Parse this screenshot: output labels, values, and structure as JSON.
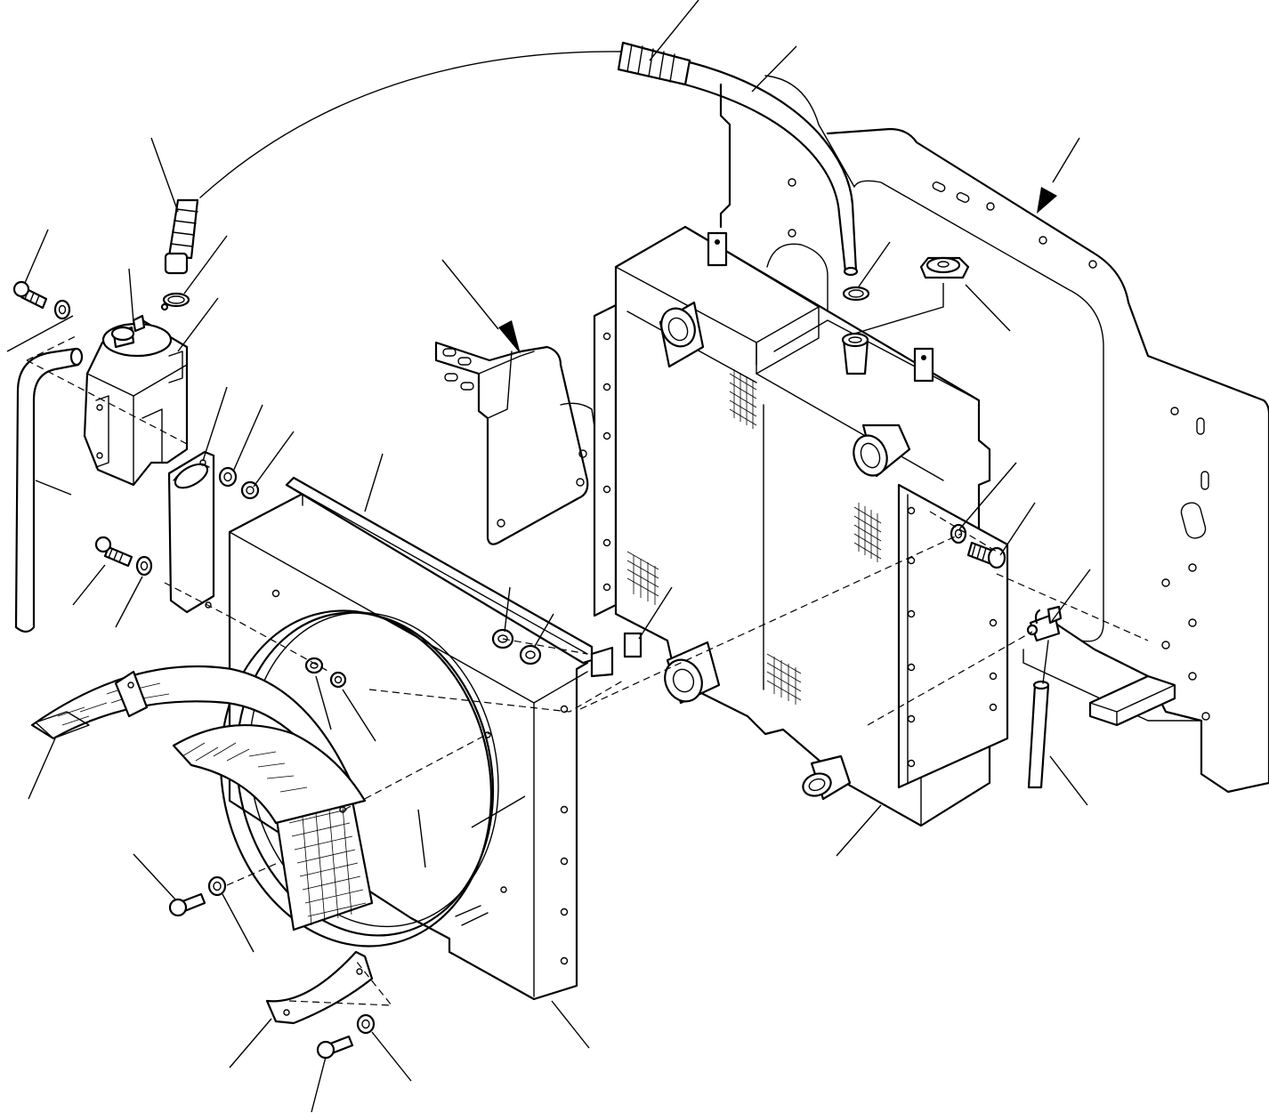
{
  "diagram": {
    "labels": [],
    "parts": [
      "frame-panel",
      "radiator",
      "oil-cooler",
      "fan-shroud",
      "fan-ring",
      "fan-guard",
      "reserve-tank",
      "tank-bracket",
      "support-bracket",
      "upper-hose",
      "overflow-hose",
      "drain-hose",
      "drain-cock",
      "radiator-cap",
      "hose-clamp",
      "seal-strip",
      "bolts",
      "washers",
      "nuts"
    ]
  }
}
